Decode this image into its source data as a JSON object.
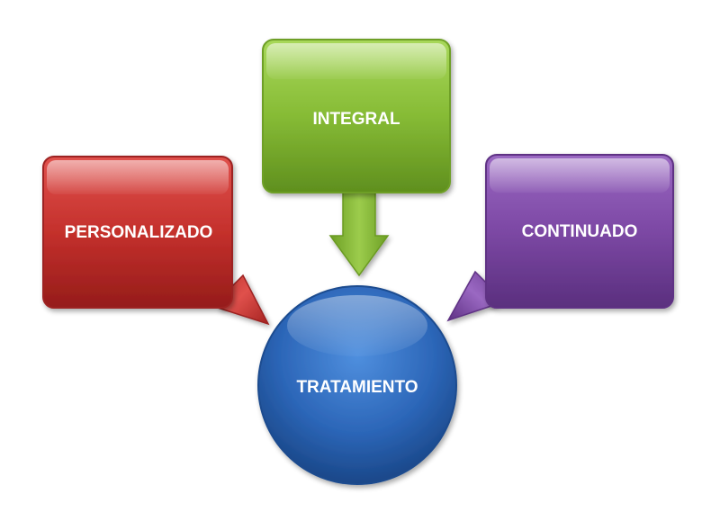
{
  "diagram": {
    "top_box": {
      "label": "INTEGRAL",
      "color": "#7fb22c"
    },
    "left_box": {
      "label": "PERSONALIZADO",
      "color": "#c0302c"
    },
    "right_box": {
      "label": "CONTINUADO",
      "color": "#7a44a0"
    },
    "center_circle": {
      "label": "TRATAMIENTO",
      "color": "#2a64b4"
    }
  }
}
